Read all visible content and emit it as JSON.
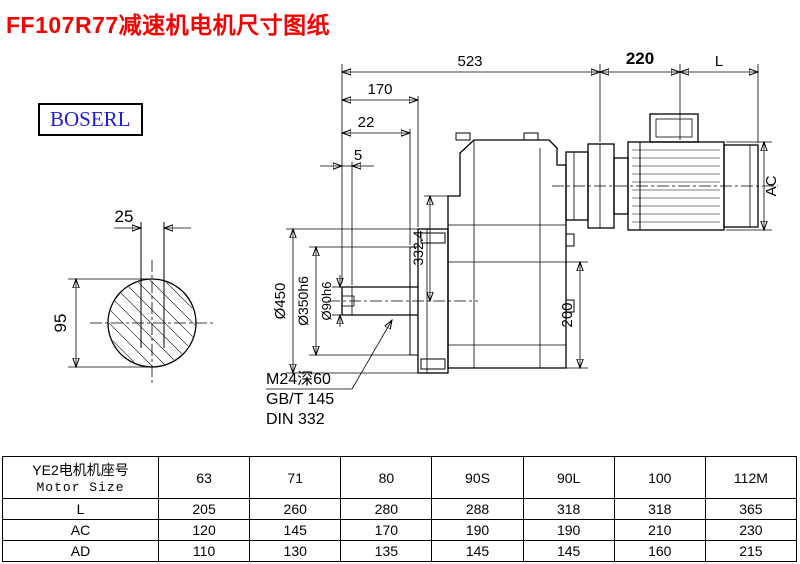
{
  "page": {
    "title": "FF107R77减速机电机尺寸图纸",
    "brand": "BOSERL"
  },
  "drawing": {
    "dims": {
      "d523": "523",
      "d220": "220",
      "dL": "L",
      "d170": "170",
      "d22": "22",
      "d5": "5",
      "d450": "Ø450",
      "d350": "Ø350h6",
      "d90": "Ø90h6",
      "d332": "332.4",
      "d200": "200",
      "dAC": "AC",
      "d25": "25",
      "d95": "95"
    },
    "notes": [
      "M24深60",
      "GB/T 145",
      "DIN 332"
    ]
  },
  "table": {
    "header_cn": "YE2电机机座号",
    "header_en": "Motor Size",
    "sizes": [
      "63",
      "71",
      "80",
      "90S",
      "90L",
      "100",
      "112M"
    ],
    "rows": [
      {
        "label": "L",
        "values": [
          "205",
          "260",
          "280",
          "288",
          "318",
          "318",
          "365"
        ]
      },
      {
        "label": "AC",
        "values": [
          "120",
          "145",
          "170",
          "190",
          "190",
          "210",
          "230"
        ]
      },
      {
        "label": "AD",
        "values": [
          "110",
          "130",
          "135",
          "145",
          "145",
          "160",
          "215"
        ]
      }
    ]
  }
}
